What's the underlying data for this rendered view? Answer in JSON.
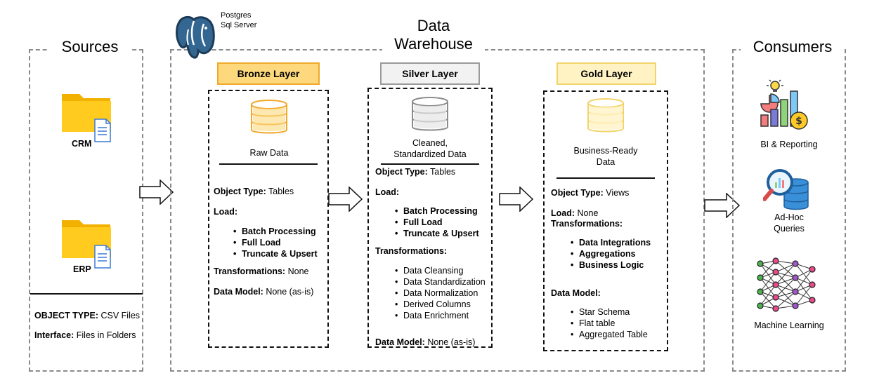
{
  "sources": {
    "title": "Sources",
    "items": [
      {
        "label": "CRM",
        "icon": "folder-icon"
      },
      {
        "label": "ERP",
        "icon": "folder-icon"
      }
    ],
    "object_type_label": "OBJECT TYPE:",
    "object_type_value": "CSV Files",
    "interface_label": "Interface:",
    "interface_value": "Files in Folders"
  },
  "warehouse": {
    "title_line1": "Data",
    "title_line2": "Warehouse",
    "logo_line1": "Postgres",
    "logo_line2": "Sql Server"
  },
  "bronze": {
    "title": "Bronze Layer",
    "caption": "Raw Data",
    "object_type_label": "Object Type:",
    "object_type_value": "Tables",
    "load_label": "Load:",
    "load_items": [
      "Batch Processing",
      "Full Load",
      "Truncate & Upsert"
    ],
    "transformations_label": "Transformations:",
    "transformations_value": "None",
    "data_model_label": "Data Model:",
    "data_model_value": "None (as-is)"
  },
  "silver": {
    "title": "Silver Layer",
    "caption_line1": "Cleaned,",
    "caption_line2": "Standardized Data",
    "object_type_label": "Object Type:",
    "object_type_value": "Tables",
    "load_label": "Load:",
    "load_items": [
      "Batch Processing",
      "Full Load",
      "Truncate & Upsert"
    ],
    "transformations_label": "Transformations:",
    "transformation_items": [
      "Data Cleansing",
      "Data Standardization",
      "Data Normalization",
      "Derived Columns",
      "Data Enrichment"
    ],
    "data_model_label": "Data Model:",
    "data_model_value": "None (as-is)"
  },
  "gold": {
    "title": "Gold Layer",
    "caption_line1": "Business-Ready",
    "caption_line2": "Data",
    "object_type_label": "Object Type:",
    "object_type_value": "Views",
    "load_label": "Load:",
    "load_value": "None",
    "transformations_label": "Transformations:",
    "transformation_items": [
      "Data Integrations",
      "Aggregations",
      "Business Logic"
    ],
    "data_model_label": "Data Model:",
    "data_model_items": [
      "Star Schema",
      "Flat table",
      "Aggregated Table"
    ]
  },
  "consumers": {
    "title": "Consumers",
    "items": [
      {
        "label": "BI & Reporting",
        "icon": "bi-reporting-icon"
      },
      {
        "label_line1": "Ad-Hoc",
        "label_line2": "Queries",
        "icon": "adhoc-query-icon"
      },
      {
        "label": "Machine Learning",
        "icon": "neural-network-icon"
      }
    ]
  },
  "colors": {
    "bronze_fill": "#fdd87d",
    "bronze_border": "#f0a92b",
    "silver_fill": "#f2f2f2",
    "silver_border": "#9a9a9a",
    "gold_fill": "#fff3c4",
    "gold_border": "#f3d46b",
    "folder": "#ffc91a"
  }
}
